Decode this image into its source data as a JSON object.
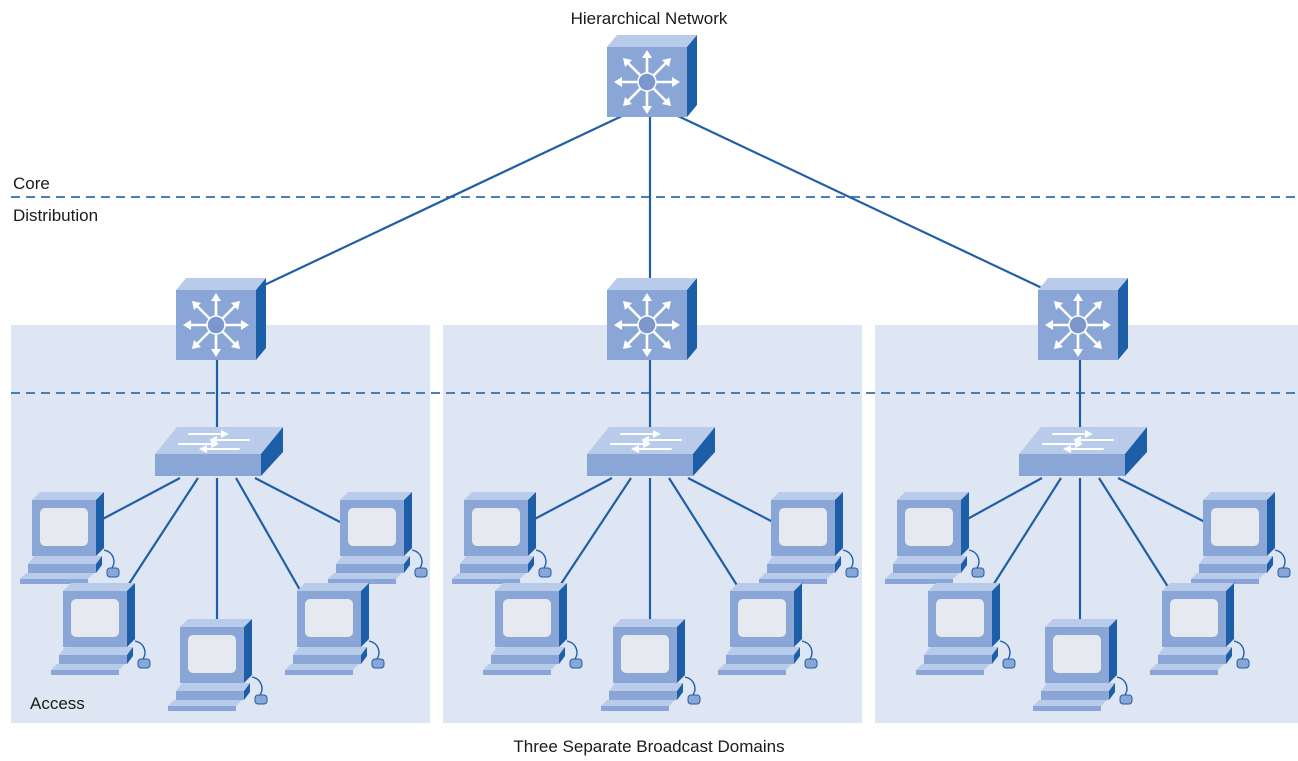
{
  "title": "Hierarchical Network",
  "caption": "Three Separate Broadcast Domains",
  "layers": {
    "core": "Core",
    "distribution": "Distribution",
    "access": "Access"
  },
  "colors": {
    "domain_bg": "#dfe6f3",
    "link": "#1f5fa6",
    "device_front": "#8aa6d6",
    "device_side": "#1d5ea8",
    "device_top": "#b9cbeb",
    "screen": "#e6e9ef"
  },
  "topology": {
    "core_switch": "multilayer-switch",
    "distribution_switches": 3,
    "access_switches_per_domain": 1,
    "pcs_per_domain": 5
  }
}
